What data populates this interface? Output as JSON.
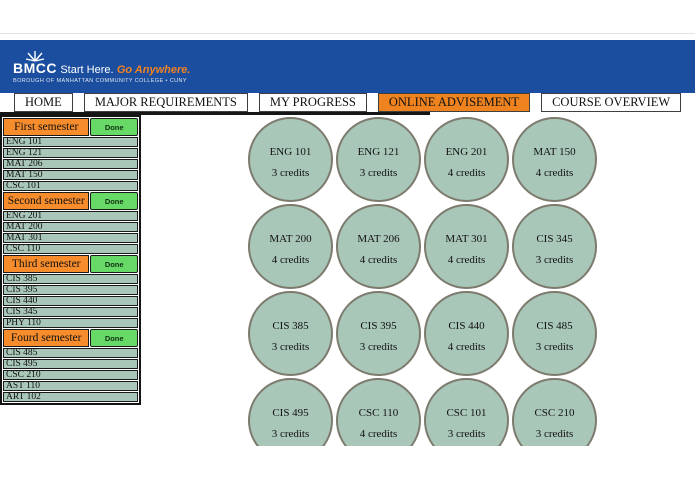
{
  "header": {
    "brand": {
      "acronym": "BMCC",
      "tagline_primary": "Start Here.",
      "tagline_accent": "Go Anywhere.",
      "subline": "BOROUGH OF MANHATTAN COMMUNITY COLLEGE • CUNY"
    }
  },
  "nav": {
    "tabs": [
      {
        "label": "HOME",
        "active": false
      },
      {
        "label": "MAJOR REQUIREMENTS",
        "active": false
      },
      {
        "label": "MY PROGRESS",
        "active": false
      },
      {
        "label": "ONLINE ADVISEMENT",
        "active": true
      },
      {
        "label": "COURSE OVERVIEW",
        "active": false
      }
    ]
  },
  "sidebar": {
    "done_label": "Done",
    "sections": [
      {
        "title": "First semester",
        "courses": [
          "ENG 101",
          "ENG 121",
          "MAT 206",
          "MAT 150",
          "CSC 101"
        ]
      },
      {
        "title": "Second semester",
        "courses": [
          "ENG 201",
          "MAT 200",
          "MAT 301",
          "CSC 110"
        ]
      },
      {
        "title": "Third semester",
        "courses": [
          "CIS 385",
          "CIS 395",
          "CIS 440",
          "CIS 345",
          "PHY 110"
        ]
      },
      {
        "title": "Fourd semester",
        "courses": [
          "CIS 485",
          "CIS 495",
          "CSC 210",
          "AST 110",
          "ART 102"
        ]
      }
    ]
  },
  "courses_grid": {
    "rows": [
      [
        {
          "code": "ENG 101",
          "credits": "3 credits"
        },
        {
          "code": "ENG 121",
          "credits": "3 credits"
        },
        {
          "code": "ENG 201",
          "credits": "4 credits"
        },
        {
          "code": "MAT 150",
          "credits": "4 credits"
        }
      ],
      [
        {
          "code": "MAT 200",
          "credits": "4 credits"
        },
        {
          "code": "MAT 206",
          "credits": "4 credits"
        },
        {
          "code": "MAT 301",
          "credits": "4 credits"
        },
        {
          "code": "CIS 345",
          "credits": "3 credits"
        }
      ],
      [
        {
          "code": "CIS 385",
          "credits": "3 credits"
        },
        {
          "code": "CIS 395",
          "credits": "3 credits"
        },
        {
          "code": "CIS 440",
          "credits": "4 credits"
        },
        {
          "code": "CIS 485",
          "credits": "3 credits"
        }
      ],
      [
        {
          "code": "CIS 495",
          "credits": "3 credits"
        },
        {
          "code": "CSC 110",
          "credits": "4 credits"
        },
        {
          "code": "CSC 101",
          "credits": "3 credits"
        },
        {
          "code": "CSC 210",
          "credits": "3 credits"
        }
      ]
    ]
  },
  "colors": {
    "header_blue": "#1b4e9e",
    "tab_active_orange": "#ee8320",
    "semester_orange": "#f68c2c",
    "done_green": "#67d967",
    "course_fill": "#a9c7b8",
    "circle_border": "#7d7b6e"
  }
}
